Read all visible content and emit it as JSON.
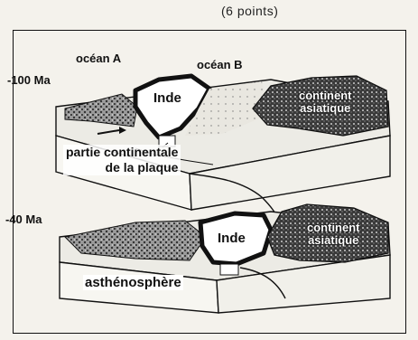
{
  "header": {
    "points": "(6 points)"
  },
  "block_top": {
    "time": "-100 Ma",
    "ocean_a": "océan A",
    "ocean_b": "océan B",
    "india": "Inde",
    "continent_line1": "continent",
    "continent_line2": "asiatique",
    "plate_line1": "partie continentale",
    "plate_line2": "de la plaque"
  },
  "block_bottom": {
    "time": "-40 Ma",
    "india": "Inde",
    "continent_line1": "continent",
    "continent_line2": "asiatique",
    "asthenosphere": "asthénosphère"
  },
  "colors": {
    "ink": "#111111",
    "paper": "#f4f2ec",
    "rock": "#6b6b6b"
  }
}
